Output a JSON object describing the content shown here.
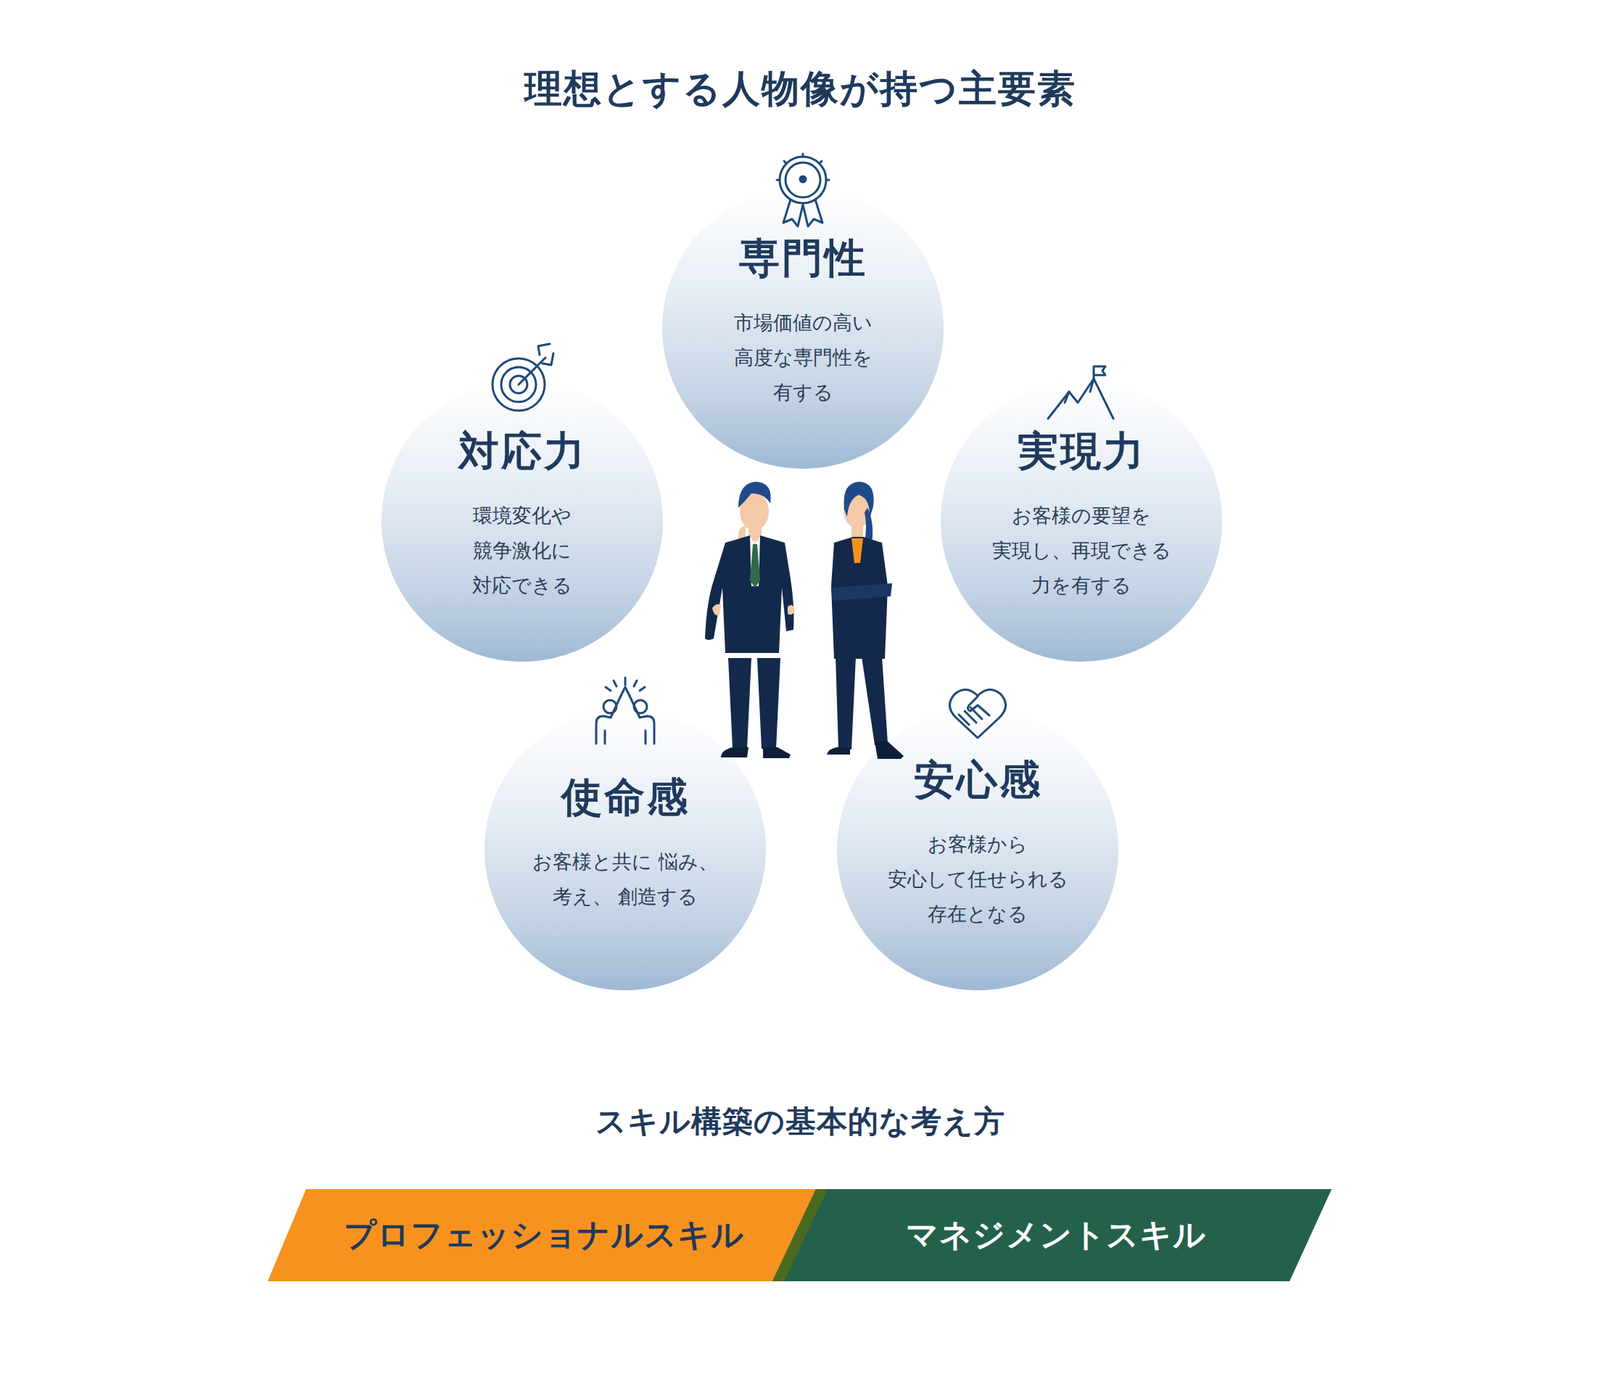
{
  "diagram": {
    "title": "理想とする人物像が持つ主要素",
    "nodes": [
      {
        "text": [
          "専門性",
          "市場価値の高い 高度な専門性を 有する"
        ]
      },
      {
        "text": [
          "対応力",
          "環境変化や 競争激化に 対応できる"
        ]
      },
      {
        "text": [
          "実現力",
          "お客様の要望を 実現し、再現できる 力を有する"
        ]
      },
      {
        "text": [
          "使命感",
          "お客様と共に 悩み、考え、 創造する"
        ]
      },
      {
        "text": [
          "安心感",
          "お客様から 安心して任せられる 存在となる"
        ]
      },
      {
        "text": [
          "プロフェッショナルスキル"
        ]
      },
      {
        "text": [
          "マネジメントスキル"
        ]
      }
    ],
    "labels": [
      "スキル構築の基本的な考え方"
    ]
  }
}
